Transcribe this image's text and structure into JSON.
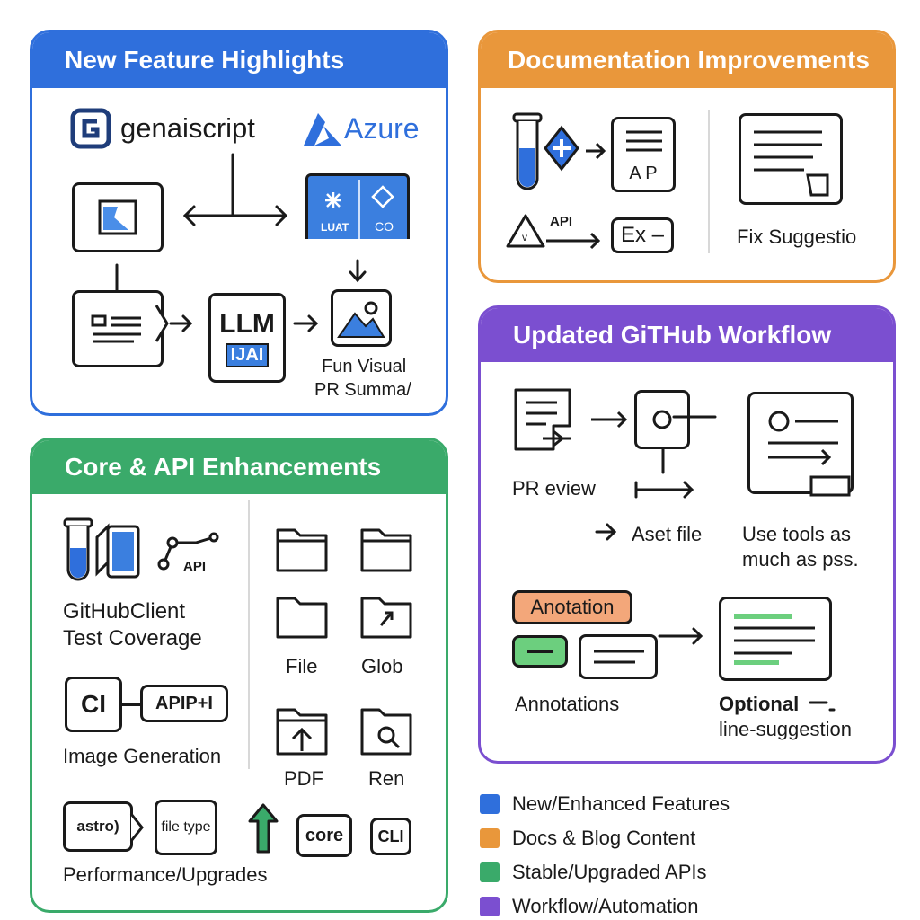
{
  "panels": {
    "features": {
      "title": "New Feature Highlights",
      "color": "#2f6fdc",
      "genaiscript_label": "genaiscript",
      "azure_label": "Azure",
      "luat_label": "LUAT",
      "co_label": "CO",
      "llm_label": "LLM",
      "llm_sub": "IJAI",
      "caption_line1": "Fun Visual",
      "caption_line2": "PR Summa/"
    },
    "docs": {
      "title": "Documentation Improvements",
      "color": "#e9973b",
      "ap_label": "A P",
      "api_label": "API",
      "ex_label": "Ex –",
      "fix_label": "Fix Suggestio"
    },
    "workflow": {
      "title": "Updated GiTHub Workflow",
      "color": "#7b4fd0",
      "pr_review": "PR eview",
      "aset_file": "Aset file",
      "use_tools_line1": "Use tools as",
      "use_tools_line2": "much as pss.",
      "anotation_chip": "Anotation",
      "annotations": "Annotations",
      "optional_line1": "Optional",
      "optional_line2": "line-suggestion"
    },
    "core": {
      "title": "Core & API Enhancements",
      "color": "#3aaa6a",
      "api_small": "API",
      "githubclient_line1": "GitHubClient",
      "githubclient_line2": "Test Coverage",
      "ci_label": "CI",
      "apip_label": "APIP+I",
      "image_generation": "Image Generation",
      "file": "File",
      "glob": "Glob",
      "pdf": "PDF",
      "ren": "Ren",
      "astro": "astro)",
      "file_type": "file type",
      "core_box": "core",
      "cli_box": "CLI",
      "performance": "Performance/Upgrades"
    }
  },
  "legend": [
    {
      "label": "New/Enhanced Features",
      "color": "#2f6fdc"
    },
    {
      "label": "Docs & Blog Content",
      "color": "#e9973b"
    },
    {
      "label": "Stable/Upgraded APIs",
      "color": "#3aaa6a"
    },
    {
      "label": "Workflow/Automation",
      "color": "#7b4fd0"
    }
  ]
}
